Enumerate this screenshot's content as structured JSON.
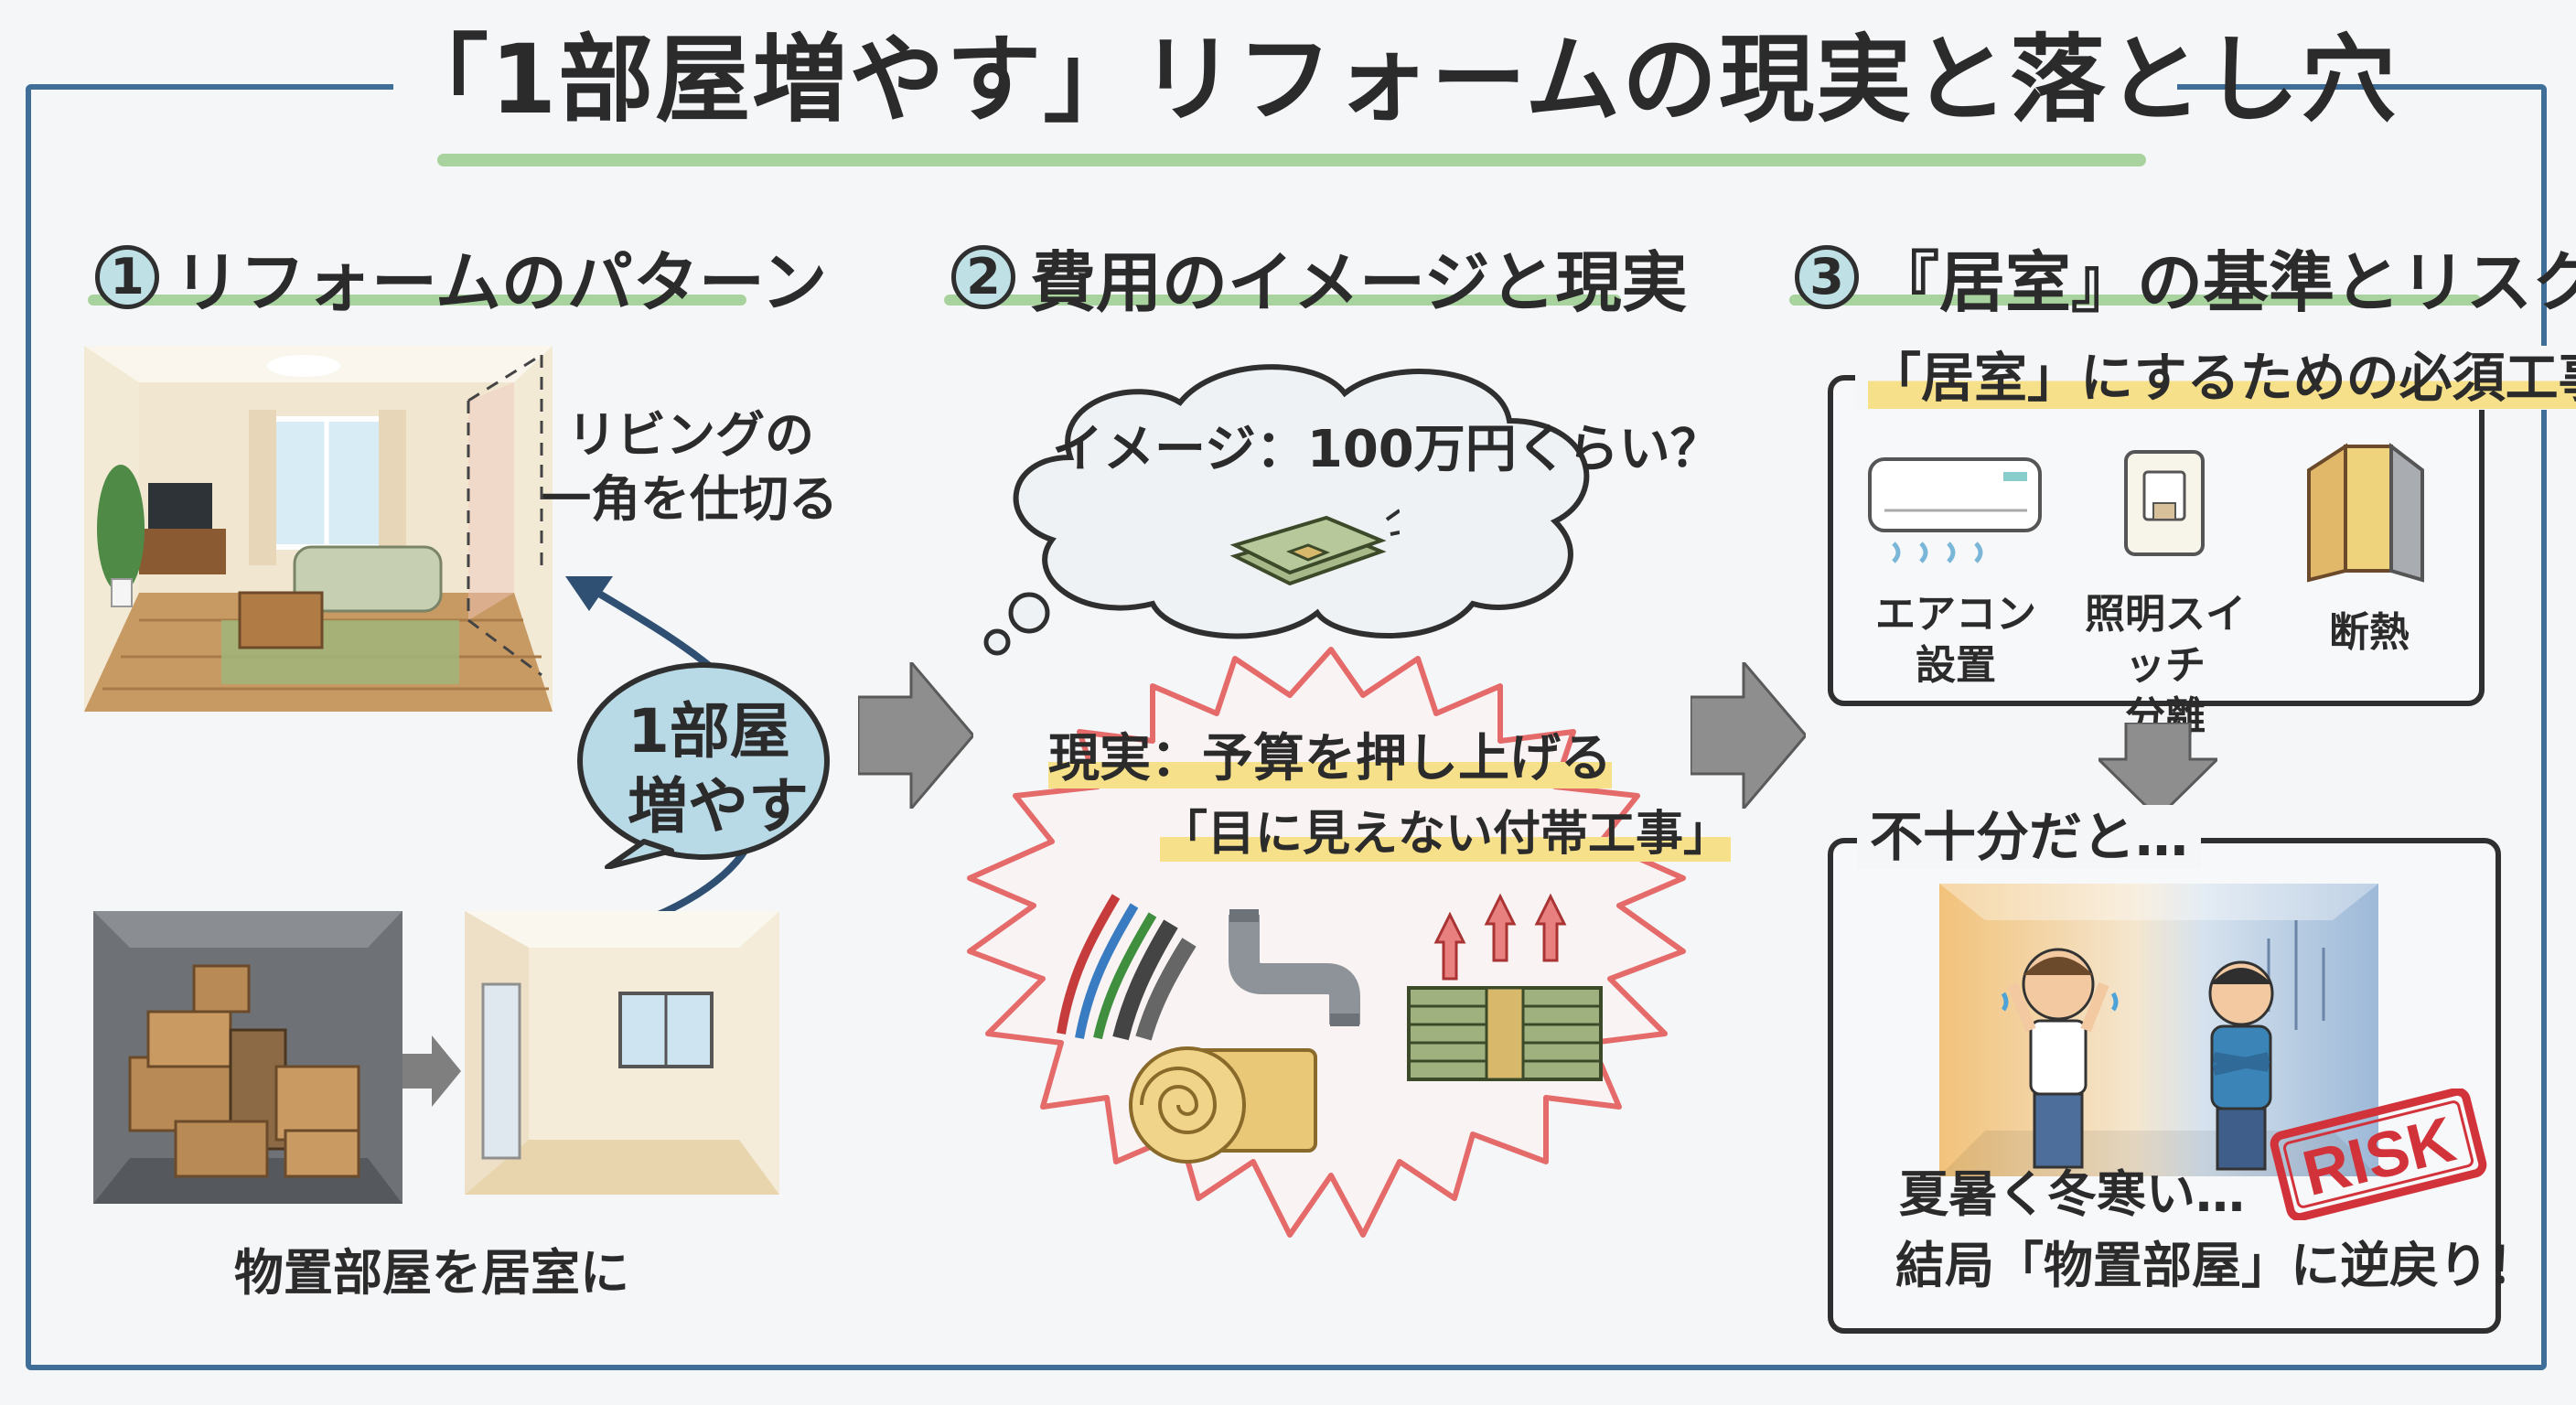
{
  "title": "「1部屋増やす」リフォームの現実と落とし穴",
  "section1": {
    "number": "1",
    "heading": "リフォームのパターン",
    "living_label_line1": "リビングの",
    "living_label_line2": "一角を仕切る",
    "center_bubble_line1": "1部屋",
    "center_bubble_line2": "増やす",
    "storage_label": "物置部屋を居室に"
  },
  "section2": {
    "number": "2",
    "heading": "費用のイメージと現実",
    "image_text": "イメージ：100万円くらい？",
    "reality_line1": "現実：予算を押し上げる",
    "reality_line2": "「目に見えない付帯工事」"
  },
  "section3": {
    "number": "3",
    "heading": "『居室』の基準とリスク",
    "required_title": "「居室」にするための必須工事",
    "items": [
      {
        "line1": "エアコン",
        "line2": "設置",
        "icon": "air-conditioner-icon"
      },
      {
        "line1": "照明スイッチ",
        "line2": "分離",
        "icon": "light-switch-icon"
      },
      {
        "line1": "断熱",
        "line2": "",
        "icon": "insulation-icon"
      }
    ],
    "insufficient_title": "不十分だと…",
    "stamp": "RISK",
    "result_line1": "夏暑く冬寒い…",
    "result_line2": "結局「物置部屋」に逆戻り！"
  },
  "colors": {
    "frame": "#3f6f98",
    "underline_green": "#a9d39e",
    "bubble_blue": "#b8d9e6",
    "burst_red": "#e56a6a",
    "stamp_red": "#d2333a",
    "highlight_yellow": "#f7e08a"
  }
}
